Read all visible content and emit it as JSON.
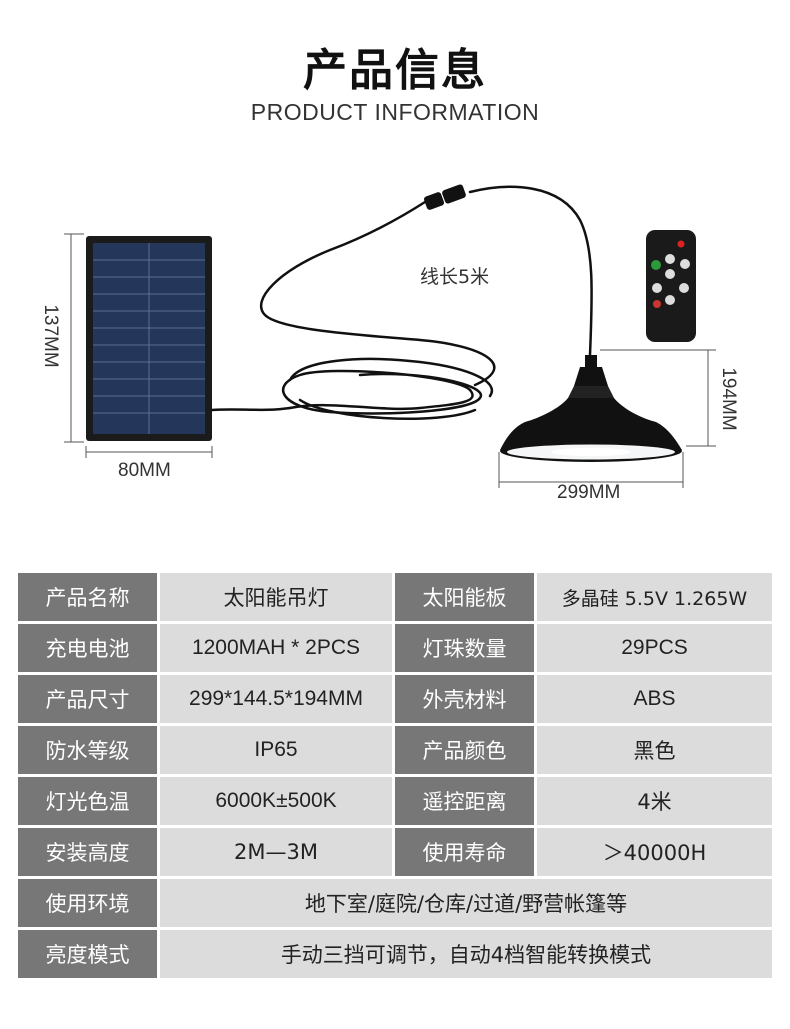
{
  "header": {
    "title": "产品信息",
    "subtitle": "PRODUCT INFORMATION"
  },
  "diagram": {
    "panel_height": "137MM",
    "panel_width": "80MM",
    "cable_length": "线长5米",
    "lamp_height": "194MM",
    "lamp_width": "299MM",
    "colors": {
      "panel": "#1f2f4a",
      "lamp": "#111111",
      "cable": "#111111"
    }
  },
  "specs": [
    {
      "k1": "产品名称",
      "v1": "太阳能吊灯",
      "k2": "太阳能板",
      "v2": "多晶硅  5.5V  1.265W"
    },
    {
      "k1": "充电电池",
      "v1": "1200MAH * 2PCS",
      "k2": "灯珠数量",
      "v2": "29PCS"
    },
    {
      "k1": "产品尺寸",
      "v1": "299*144.5*194MM",
      "k2": "外壳材料",
      "v2": "ABS"
    },
    {
      "k1": "防水等级",
      "v1": "IP65",
      "k2": "产品颜色",
      "v2": "黑色"
    },
    {
      "k1": "灯光色温",
      "v1": "6000K±500K",
      "k2": "遥控距离",
      "v2": "4米"
    },
    {
      "k1": "安装高度",
      "v1": "2M—3M",
      "k2": "使用寿命",
      "v2": "＞40000H"
    }
  ],
  "specs_wide": [
    {
      "k": "使用环境",
      "v": "地下室/庭院/仓库/过道/野营帐篷等"
    },
    {
      "k": "亮度模式",
      "v": "手动三挡可调节，自动4档智能转换模式"
    }
  ]
}
